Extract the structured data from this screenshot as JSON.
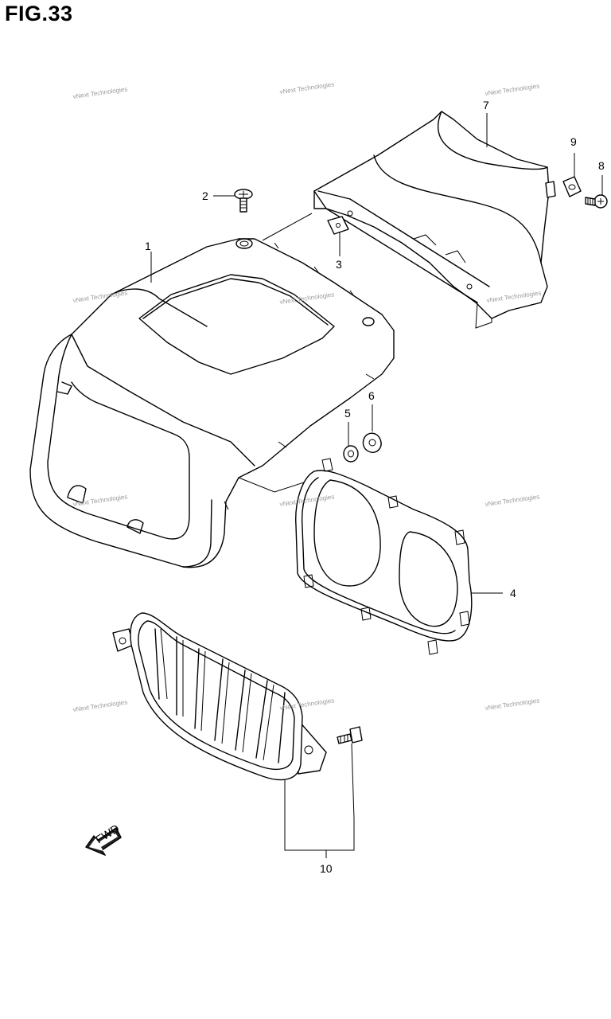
{
  "figure": {
    "title": "FIG.33"
  },
  "callouts": [
    "1",
    "2",
    "3",
    "4",
    "5",
    "6",
    "7",
    "8",
    "9",
    "10"
  ],
  "watermark": {
    "text": "vNext Technologies",
    "color": "#9a9a9a"
  },
  "fwd_arrow": {
    "label": "FWD"
  }
}
